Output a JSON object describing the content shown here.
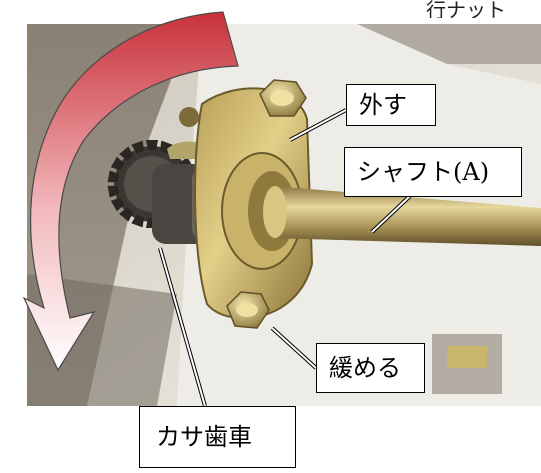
{
  "header": {
    "partial_text": "行ナット"
  },
  "labels": {
    "remove": "外す",
    "shaft": "シャフト(A)",
    "loosen": "緩める",
    "bevel_gear": "カサ歯車"
  },
  "colors": {
    "arrow_top": "#c8313a",
    "arrow_bottom": "#ffffff",
    "photo_background": "#dcd7cc"
  },
  "icons": {
    "rotation_arrow": "curved-arrow-icon"
  }
}
